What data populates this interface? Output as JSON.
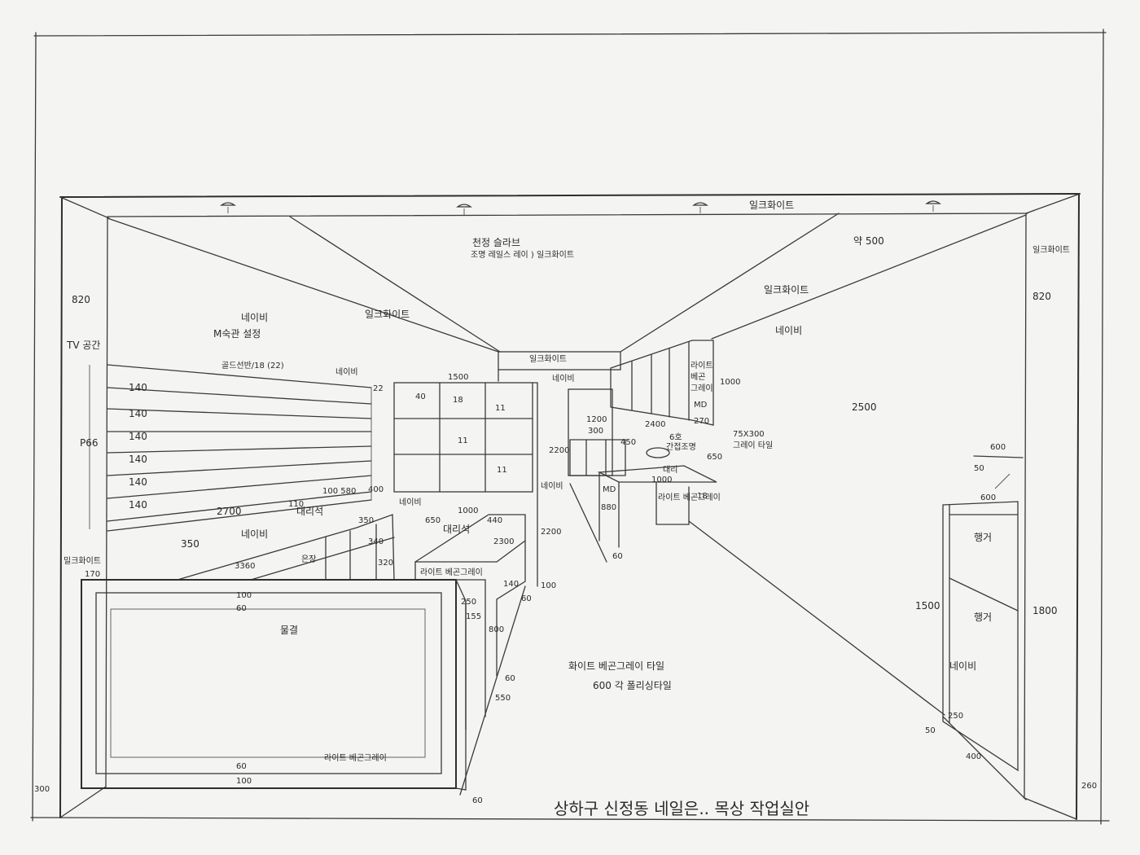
{
  "title": "상하구 신정동 네일은.. 목상 작업실안",
  "labels": {
    "ceiling_center_a": "천정 슬라브",
    "ceiling_center_b": "조명 레일스 레이 ) 일크화이트",
    "ceiling_right_top": "일크화이트",
    "ceiling_left_diag": "일크화이트",
    "ceiling_right_diag": "일크화이트",
    "ceiling_back": "일크화이트",
    "wall_right_top": "일크화이트",
    "dim_approx500": "약 500",
    "wall_left_navy": "네이비",
    "wall_left_light": "M숙관 설정",
    "tv_space": "TV 공간",
    "wall_left_height": "820",
    "wall_right_height": "820",
    "shelf_gold": "골드선반/18 (22)",
    "navy_small": "네이비",
    "dim_22": "22",
    "shelf_140_1": "140",
    "shelf_140_2": "140",
    "shelf_140_3": "140",
    "shelf_140_4": "140",
    "shelf_140_5": "140",
    "shelf_140_6": "140",
    "p66": "P66",
    "dim_2700": "2700",
    "dim_110": "110",
    "dim_100_580": "100 580",
    "navy_left_lower": "네이비",
    "dim_350_left": "350",
    "milk_left_lower": "밀크화이트",
    "dim_170": "170",
    "grid_1500": "1500",
    "grid_40": "40",
    "grid_18": "18",
    "grid_11_a": "11",
    "grid_11_b": "11",
    "grid_11_c": "11",
    "grid_400": "400",
    "grid_navy": "네이비",
    "grid_650": "650",
    "grid_1000": "1000",
    "back_navy": "네이비",
    "back_navy2": "네이비",
    "dim_2200_a": "2200",
    "dim_2200_b": "2200",
    "counter_marble": "대리석",
    "counter_3360": "3360",
    "counter_350": "350",
    "counter_340": "340",
    "counter_320": "320",
    "counter_metal": "은장",
    "island_marble": "대리석",
    "island_2300": "2300",
    "island_440": "440",
    "island_color": "라이트 베곤그레이",
    "island_250": "250",
    "island_155": "155",
    "island_800": "800",
    "island_60a": "60",
    "island_550": "550",
    "island_140": "140",
    "island_100": "100",
    "island_60b": "60",
    "front_100_top": "100",
    "front_60_top": "60",
    "front_mul": "물결",
    "front_color": "라이트 베곤그레이",
    "front_60_bot": "60",
    "front_100_bot": "100",
    "front_300": "300",
    "front_60_corner": "60",
    "upper_1000": "1000",
    "upper_color_a": "라이트",
    "upper_color_b": "베곤",
    "upper_color_c": "그레이",
    "upper_md": "MD",
    "upper_270": "270",
    "dim_1200": "1200",
    "dim_2400": "2400",
    "dim_300": "300",
    "dim_450": "450",
    "dim_650": "650",
    "tile_a": "75X300",
    "tile_b": "그레이 타일",
    "sink_lbl": "간접조명",
    "sink_label2": "6호",
    "bench_1000": "1000",
    "bench_18": "18",
    "bench_color": "라이트 베곤그레이",
    "bench_md": "MD",
    "bench_880": "880",
    "bench_60": "60",
    "bench_top": "대리",
    "right_2500": "2500",
    "right_navy": "네이비",
    "wardrobe_600_top": "600",
    "wardrobe_50": "50",
    "wardrobe_600": "600",
    "hanger_a": "행거",
    "hanger_b": "행거",
    "wardrobe_1500": "1500",
    "wardrobe_1800": "1800",
    "wardrobe_navy": "네이비",
    "wardrobe_250": "250",
    "wardrobe_50b": "50",
    "wardrobe_400": "400",
    "floor_a": "화이트 베곤그레이 타일",
    "floor_b": "600 각 폴리싱타일",
    "dim_260": "260"
  }
}
